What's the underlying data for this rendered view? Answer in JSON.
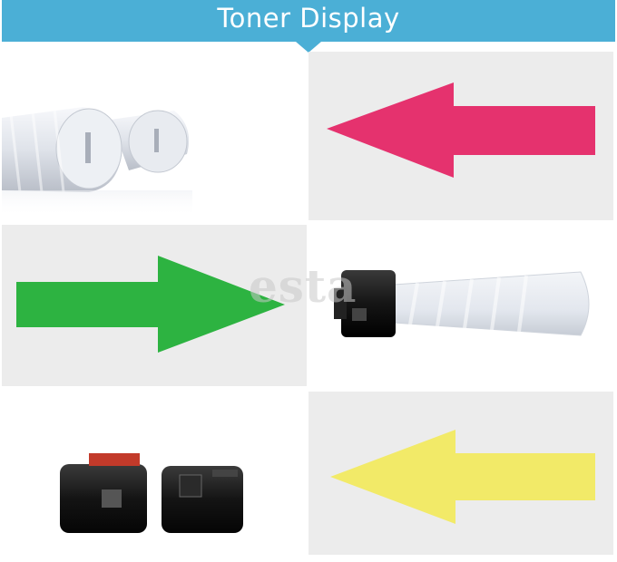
{
  "header": {
    "title": "Toner Display",
    "color": "#4bafd6"
  },
  "panels": [
    {
      "row": 1,
      "side": "left",
      "content": "two white toner cartridges"
    },
    {
      "row": 1,
      "side": "right",
      "content": "left arrow",
      "color": "#e5326e"
    },
    {
      "row": 2,
      "side": "left",
      "content": "right arrow",
      "color": "#2db341"
    },
    {
      "row": 2,
      "side": "right",
      "content": "black and white toner cartridge"
    },
    {
      "row": 3,
      "side": "left",
      "content": "two black toner cartridge caps"
    },
    {
      "row": 3,
      "side": "right",
      "content": "left arrow",
      "color": "#f2ea68"
    }
  ],
  "watermark": {
    "text": "esta"
  }
}
